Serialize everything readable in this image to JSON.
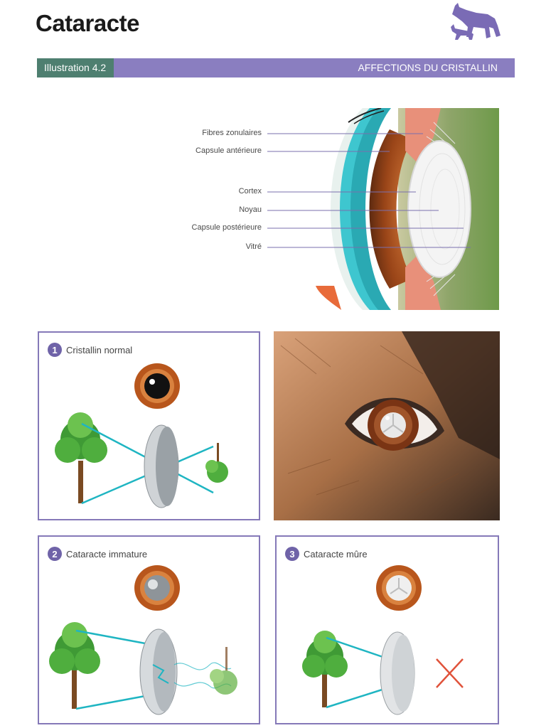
{
  "page": {
    "title": "Cataracte"
  },
  "banner": {
    "left": "Illustration 4.2",
    "right": "AFFECTIONS DU CRISTALLIN"
  },
  "anatomy": {
    "labels": [
      "Fibres zonulaires",
      "Capsule antérieure",
      "Cortex",
      "Noyau",
      "Capsule postérieure",
      "Vitré"
    ]
  },
  "panels": [
    {
      "number": "1",
      "label": "Cristallin normal"
    },
    {
      "number": "2",
      "label": "Cataracte immature"
    },
    {
      "number": "3",
      "label": "Cataracte mûre"
    }
  ],
  "colors": {
    "brand_purple": "#8a7ec0",
    "banner_green": "#4e7f70",
    "panel_border": "#8579b8",
    "ray_cyan": "#1fb5c2",
    "iris_brown": "#b8561c",
    "cross_red": "#e0523a"
  },
  "icons": {
    "logo": "dog-and-cat-silhouette-icon",
    "blocked": "red-cross-icon"
  }
}
